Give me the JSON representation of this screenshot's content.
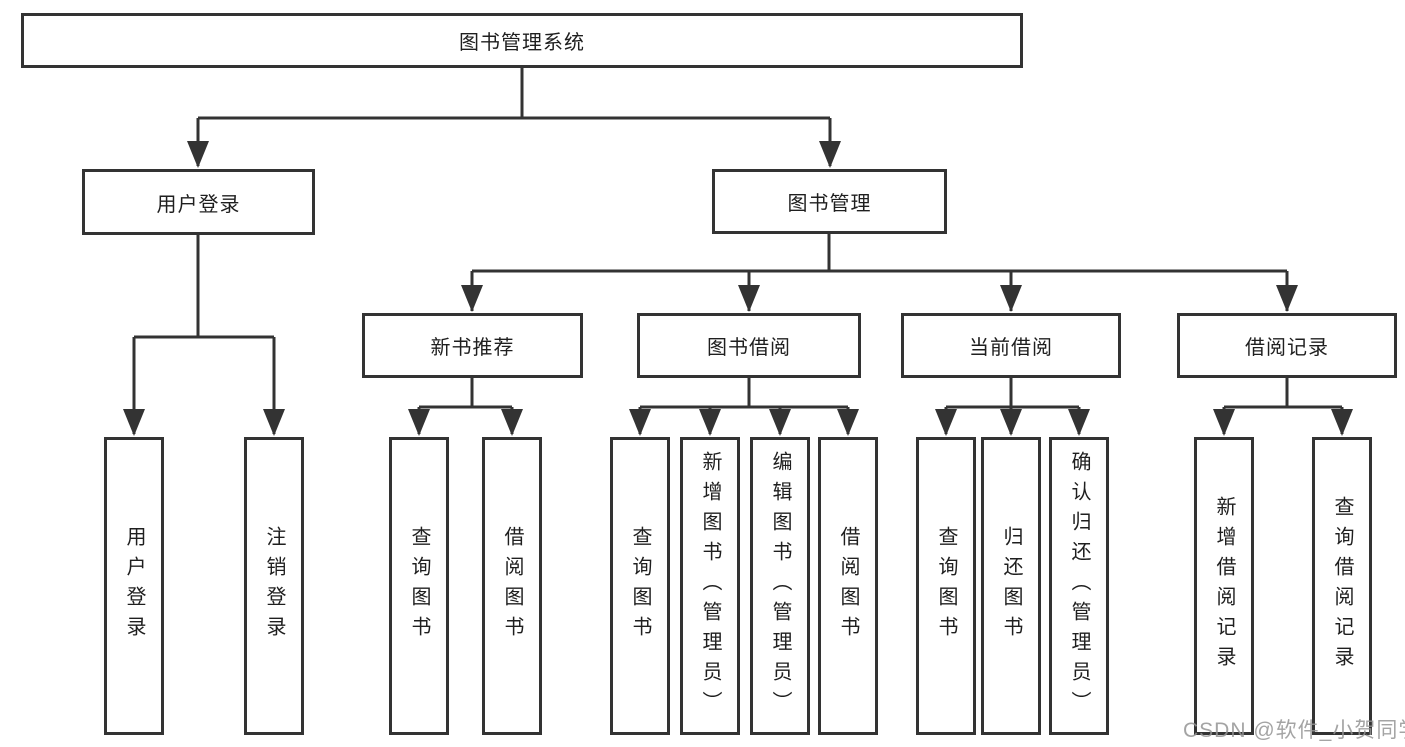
{
  "diagram": {
    "root": {
      "label": "图书管理系统"
    },
    "level2": [
      {
        "label": "用户登录"
      },
      {
        "label": "图书管理"
      }
    ],
    "level3": [
      {
        "label": "新书推荐"
      },
      {
        "label": "图书借阅"
      },
      {
        "label": "当前借阅"
      },
      {
        "label": "借阅记录"
      }
    ],
    "leaves": [
      {
        "label": "用户登录",
        "parent": "用户登录"
      },
      {
        "label": "注销登录",
        "parent": "用户登录"
      },
      {
        "label": "查询图书",
        "parent": "新书推荐"
      },
      {
        "label": "借阅图书",
        "parent": "新书推荐"
      },
      {
        "label": "查询图书",
        "parent": "图书借阅"
      },
      {
        "label": "新增图书（管理员）",
        "parent": "图书借阅"
      },
      {
        "label": "编辑图书（管理员）",
        "parent": "图书借阅"
      },
      {
        "label": "借阅图书",
        "parent": "图书借阅"
      },
      {
        "label": "查询图书",
        "parent": "当前借阅"
      },
      {
        "label": "归还图书",
        "parent": "当前借阅"
      },
      {
        "label": "确认归还（管理员）",
        "parent": "当前借阅"
      },
      {
        "label": "新增借阅记录",
        "parent": "借阅记录"
      },
      {
        "label": "查询借阅记录",
        "parent": "借阅记录"
      }
    ]
  },
  "watermark": {
    "text": "CSDN @软件_小贺同学"
  },
  "colors": {
    "line": "#333333",
    "box_border": "#333333",
    "text": "#1f1f1f",
    "watermark": "#949494",
    "background": "#ffffff"
  }
}
